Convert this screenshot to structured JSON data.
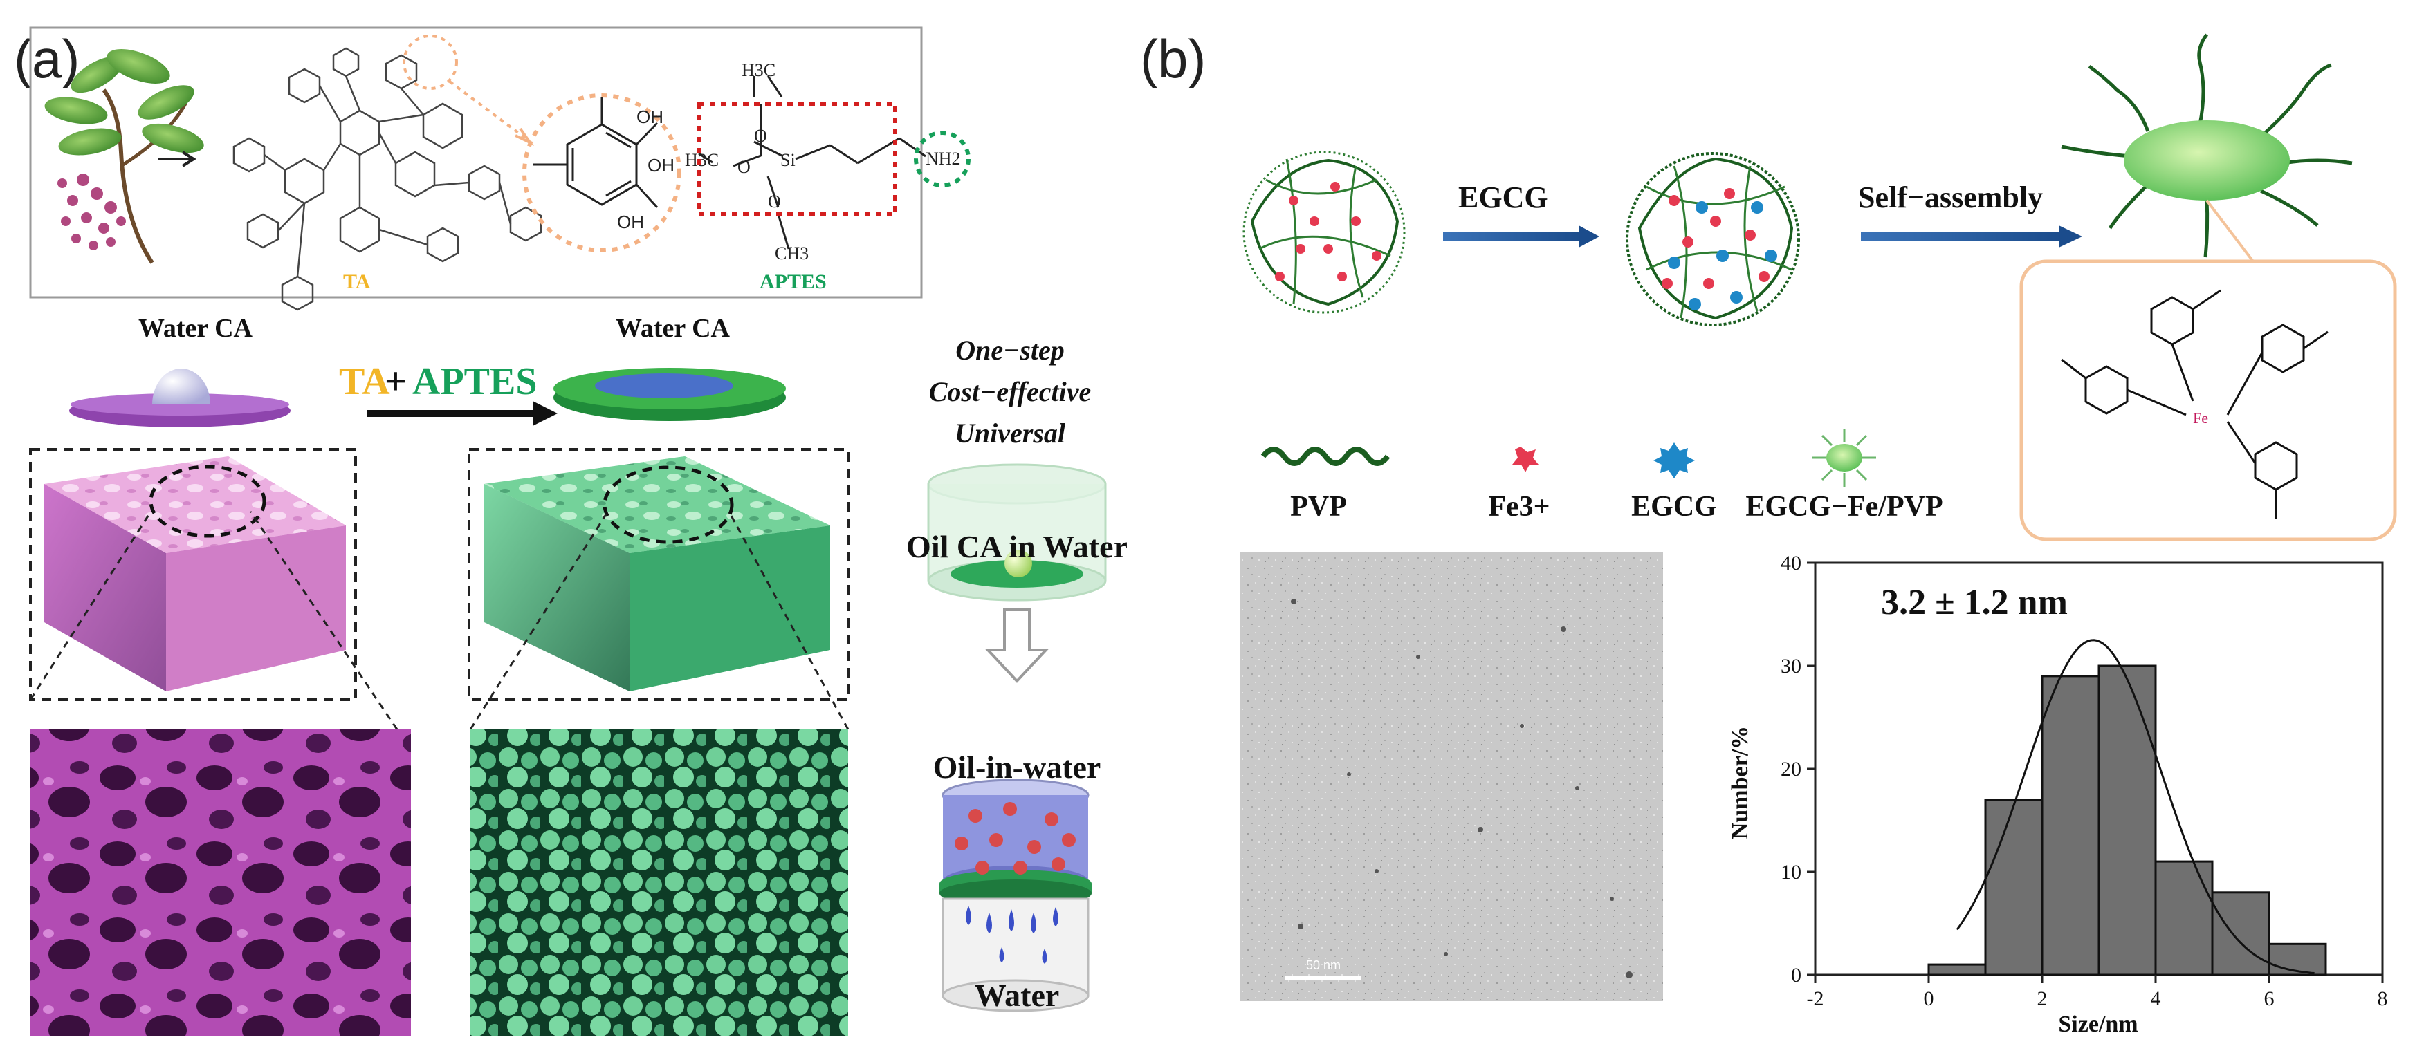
{
  "panel_a": {
    "label": "(a)",
    "ta_label": "TA",
    "aptes_label": "APTES",
    "h3c_top": "H3C",
    "h3c_left": "H3C",
    "ch3_bottom": "CH3",
    "si": "Si",
    "nh2": "NH2",
    "o_top": "O",
    "o_left": "O",
    "o_bottom": "O",
    "oh_labels": [
      "OH",
      "OH",
      "OH"
    ],
    "water_ca_1": "Water CA",
    "water_ca_2": "Water CA",
    "reaction_ta": "TA",
    "reaction_plus": "+",
    "reaction_aptes": "APTES",
    "features": [
      "One−step",
      "Cost−effective",
      "Universal"
    ],
    "oil_ca": "Oil CA in Water",
    "oil_in_water": "Oil-in-water",
    "water": "Water",
    "colors": {
      "ta": "#f2b526",
      "aptes": "#16a05a",
      "purple": "#9b59b6",
      "green": "#27a061"
    }
  },
  "panel_b": {
    "label": "(b)",
    "step1": "EGCG",
    "step2": "Self−assembly",
    "legend": [
      "PVP",
      "Fe3+",
      "EGCG",
      "EGCG−Fe/PVP"
    ],
    "scale_bar": "50 nm",
    "chart_data": {
      "type": "bar",
      "title": "3.2 ± 1.2 nm",
      "xlabel": "Size/nm",
      "ylabel": "Number/%",
      "xlim": [
        -2,
        8
      ],
      "ylim": [
        0,
        40
      ],
      "xticks": [
        -2,
        0,
        2,
        4,
        6,
        8
      ],
      "yticks": [
        0,
        10,
        20,
        30,
        40
      ],
      "bins": [
        [
          0,
          1
        ],
        [
          1,
          2
        ],
        [
          2,
          3
        ],
        [
          3,
          4
        ],
        [
          4,
          5
        ],
        [
          5,
          6
        ],
        [
          6,
          7
        ]
      ],
      "values": [
        1,
        17,
        29,
        30,
        11,
        8,
        3
      ],
      "fit": {
        "type": "gaussian",
        "mean": 2.9,
        "sd": 1.2,
        "peak": 32.5,
        "x_range": [
          0.5,
          6.8
        ]
      }
    }
  }
}
